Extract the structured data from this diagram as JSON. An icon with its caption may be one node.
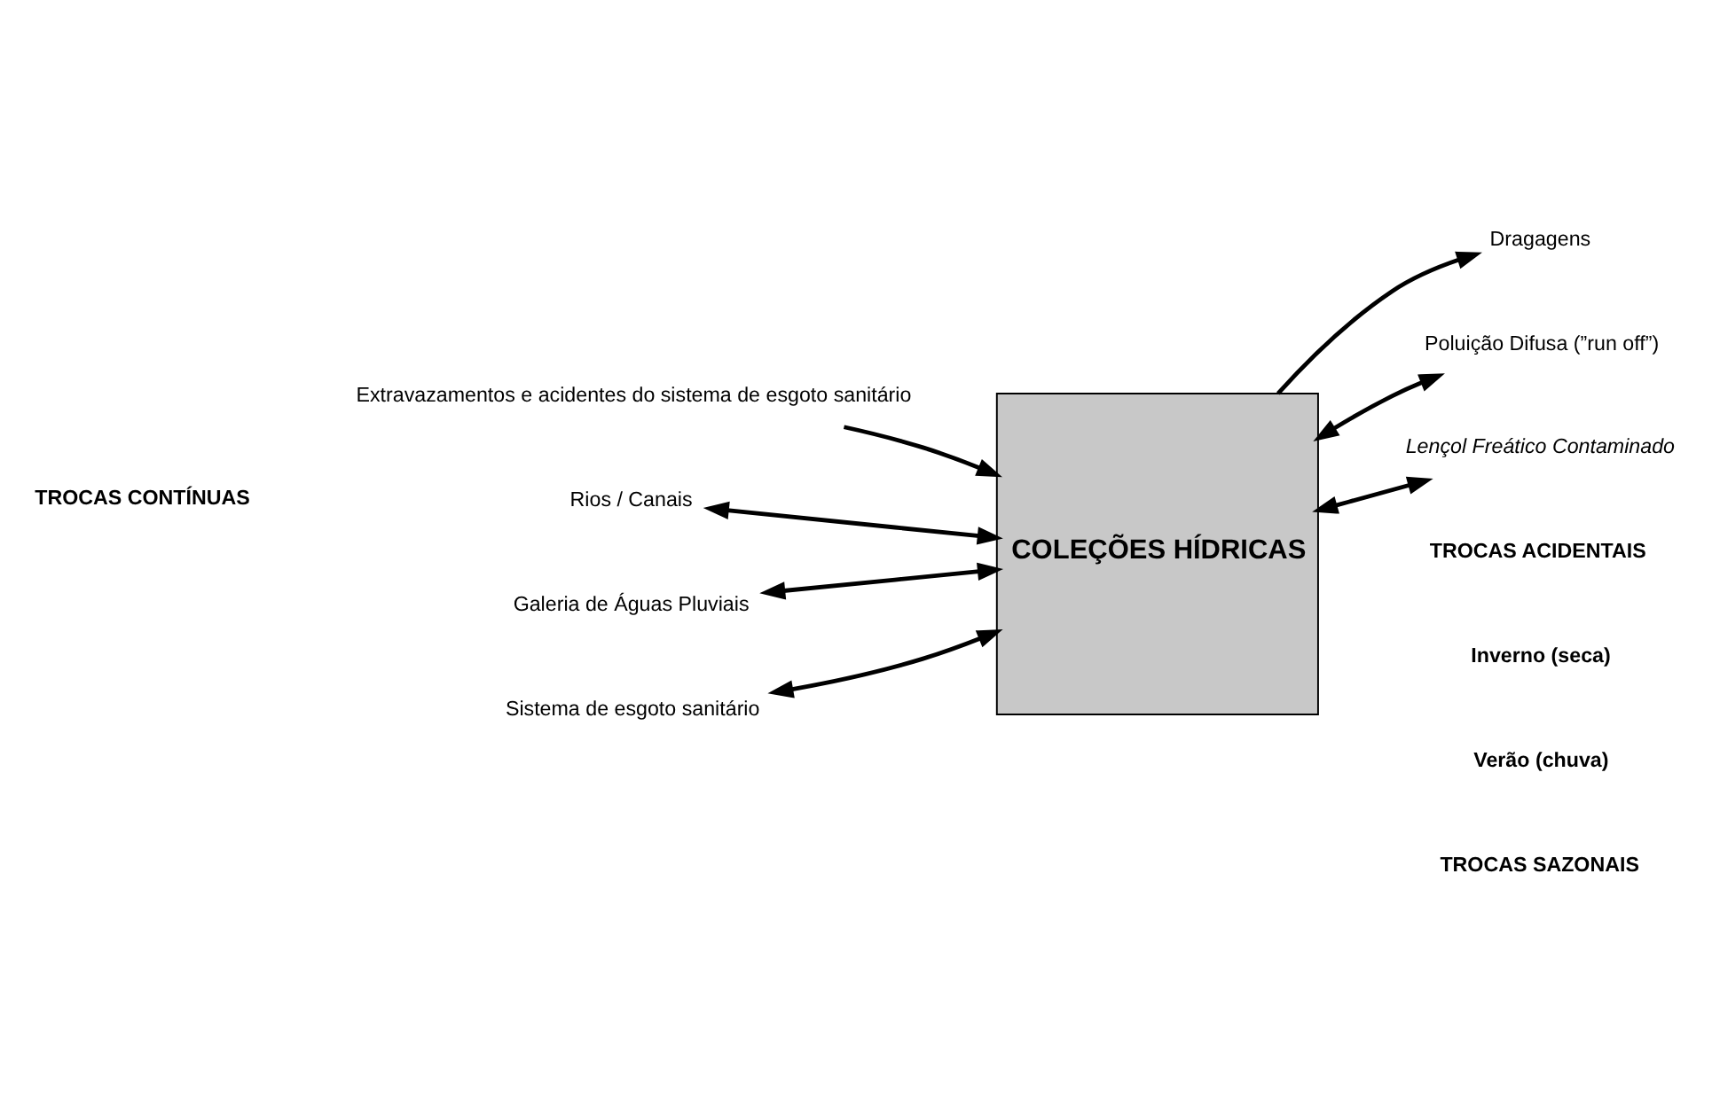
{
  "diagram": {
    "nodes": [
      {
        "text": [
          "COLEÇÕES HÍDRICAS"
        ]
      },
      {
        "text": [
          "Extravazamentos e acidentes do sistema de esgoto sanitário"
        ]
      },
      {
        "text": [
          "Dragagens"
        ]
      },
      {
        "text": [
          "Rios / Canais"
        ]
      },
      {
        "text": [
          "Galeria de Águas Pluviais"
        ]
      },
      {
        "text": [
          "Sistema de esgoto sanitário"
        ]
      },
      {
        "text": [
          "Poluição Difusa (”run off”)"
        ]
      },
      {
        "text": [
          "Lençol Freático Contaminado"
        ]
      }
    ],
    "edges": [
      {
        "from": 1,
        "to": 0,
        "arrow": "to"
      },
      {
        "from": 0,
        "to": 2,
        "arrow": "to"
      },
      {
        "from": 3,
        "to": 0,
        "arrow": "both"
      },
      {
        "from": 4,
        "to": 0,
        "arrow": "both"
      },
      {
        "from": 5,
        "to": 0,
        "arrow": "both"
      },
      {
        "from": 0,
        "to": 6,
        "arrow": "both"
      },
      {
        "from": 0,
        "to": 7,
        "arrow": "both"
      }
    ],
    "labels": [
      "TROCAS ACIDENTAIS",
      "TROCAS CONTÍNUAS",
      "Inverno (seca)",
      "Verão (chuva)",
      "TROCAS SAZONAIS"
    ]
  }
}
